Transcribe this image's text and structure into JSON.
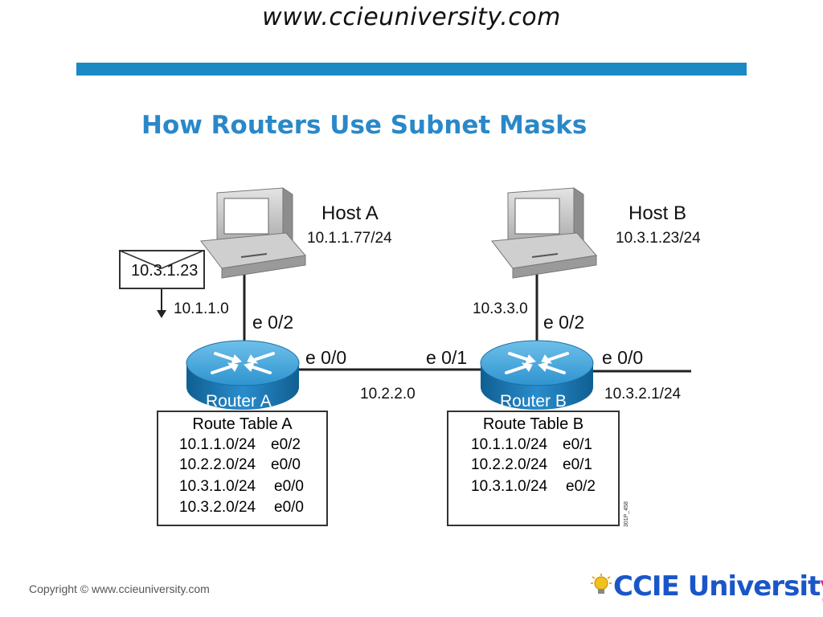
{
  "header": {
    "url": "www.ccieuniversity.com"
  },
  "slide": {
    "title": "How Routers Use Subnet Masks"
  },
  "hosts": {
    "a": {
      "name": "Host A",
      "ip": "10.1.1.77/24"
    },
    "b": {
      "name": "Host B",
      "ip": "10.3.1.23/24"
    }
  },
  "packet": {
    "dest": "10.3.1.23",
    "network": "10.1.1.0"
  },
  "router_a": {
    "name": "Router A",
    "e02": "e 0/2",
    "e00": "e 0/0",
    "route_table": {
      "title": "Route Table A",
      "rows": [
        {
          "net": "10.1.1.0/24",
          "iface": "e0/2"
        },
        {
          "net": "10.2.2.0/24",
          "iface": "e0/0"
        },
        {
          "net": "10.3.1.0/24",
          "iface": "e0/0"
        },
        {
          "net": "10.3.2.0/24",
          "iface": "e0/0"
        }
      ]
    }
  },
  "router_b": {
    "name": "Router B",
    "e01": "e 0/1",
    "e02": "e 0/2",
    "e00": "e 0/0",
    "network_b_lan": "10.3.3.0",
    "e00_ip": "10.3.2.1/24",
    "route_table": {
      "title": "Route Table B",
      "rows": [
        {
          "net": "10.1.1.0/24",
          "iface": "e0/1"
        },
        {
          "net": "10.2.2.0/24",
          "iface": "e0/1"
        },
        {
          "net": "10.3.1.0/24",
          "iface": "e0/2"
        }
      ]
    }
  },
  "link": {
    "network": "10.2.2.0"
  },
  "figure_code": "301P_458",
  "footer": {
    "copyright": "Copyright © www.ccieuniversity.com",
    "logo_main": "CCIE Universit",
    "logo_end": "y"
  },
  "colors": {
    "accent_bar": "#1b8ac4",
    "title": "#2a88c8",
    "router": "#1e7fb4",
    "logo": "#1a56c9",
    "logo_y": "#e0208a"
  }
}
